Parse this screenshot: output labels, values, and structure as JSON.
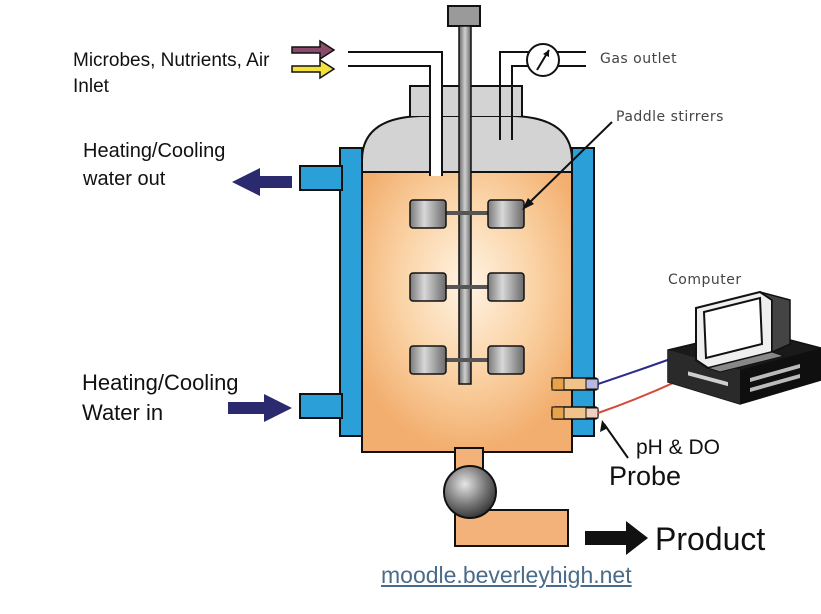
{
  "labels": {
    "inlet_line1": "Microbes, Nutrients, Air",
    "inlet_line2": "Inlet",
    "gas_outlet": "Gas outlet",
    "paddle_stirrers": "Paddle stirrers",
    "water_out_line1": "Heating/Cooling",
    "water_out_line2": "water out",
    "computer": "Computer",
    "water_in_line1": "Heating/Cooling",
    "water_in_line2": "Water in",
    "ph_do": "pH & DO",
    "probe": "Probe",
    "product": "Product",
    "source": "moodle.beverleyhigh.net"
  },
  "colors": {
    "jacket": "#2a9fd8",
    "broth": "#f4b87a",
    "head_space": "#d3d3d3",
    "arrow_navy": "#2b2a6e",
    "outlet_pipe": "#f2b27a",
    "inlet_arrow_top": "#8a4a6a",
    "inlet_arrow_bottom": "#f4e23a"
  }
}
